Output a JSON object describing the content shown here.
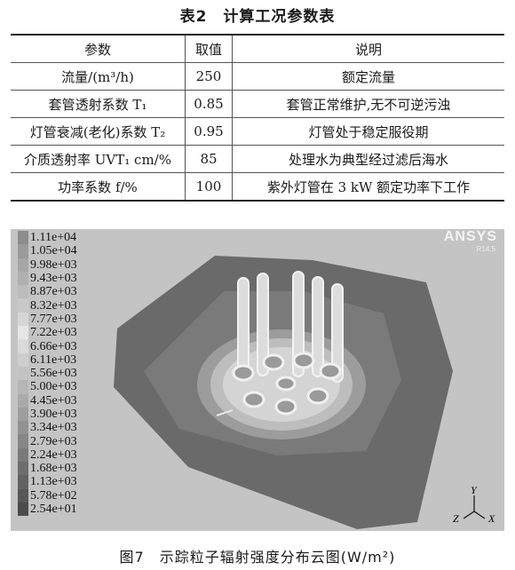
{
  "table_caption": "表2　计算工况参数表",
  "table": {
    "headers": [
      "参数",
      "取值",
      "说明"
    ],
    "rows": [
      [
        "流量/(m³/h)",
        "250",
        "额定流量"
      ],
      [
        "套管透射系数 T₁",
        "0.85",
        "套管正常维护,无不可逆污浊"
      ],
      [
        "灯管衰减(老化)系数 T₂",
        "0.95",
        "灯管处于稳定服役期"
      ],
      [
        "介质透射率 UVT₁ cm/%",
        "85",
        "处理水为典型经过滤后海水"
      ],
      [
        "功率系数 f/%",
        "100",
        "紫外灯管在 3 kW 额定功率下工作"
      ]
    ]
  },
  "figure": {
    "brand": "ANSYS",
    "version": "R14.5",
    "legend": [
      "1.11e+04",
      "1.05e+04",
      "9.98e+03",
      "9.43e+03",
      "8.87e+03",
      "8.32e+03",
      "7.77e+03",
      "7.22e+03",
      "6.66e+03",
      "6.11e+03",
      "5.56e+03",
      "5.00e+03",
      "4.45e+03",
      "3.90e+03",
      "3.34e+03",
      "2.79e+03",
      "2.24e+03",
      "1.68e+03",
      "1.13e+03",
      "5.78e+02",
      "2.54e+01"
    ],
    "legend_colors": [
      "#8c8c8c",
      "#9a9a9a",
      "#a6a6a6",
      "#b0b0b0",
      "#bcbcbc",
      "#c8c8c8",
      "#d6d6d6",
      "#e6e6e6",
      "#dadada",
      "#cecece",
      "#c2c2c2",
      "#b6b6b6",
      "#aaaaaa",
      "#9e9e9e",
      "#929292",
      "#868686",
      "#7a7a7a",
      "#6e6e6e",
      "#626262",
      "#575757",
      "#4c4c4c"
    ],
    "axes": {
      "y": "Y",
      "z": "Z",
      "x": "X"
    }
  },
  "figure_caption": "图7　示踪粒子辐射强度分布云图(W/m²)"
}
